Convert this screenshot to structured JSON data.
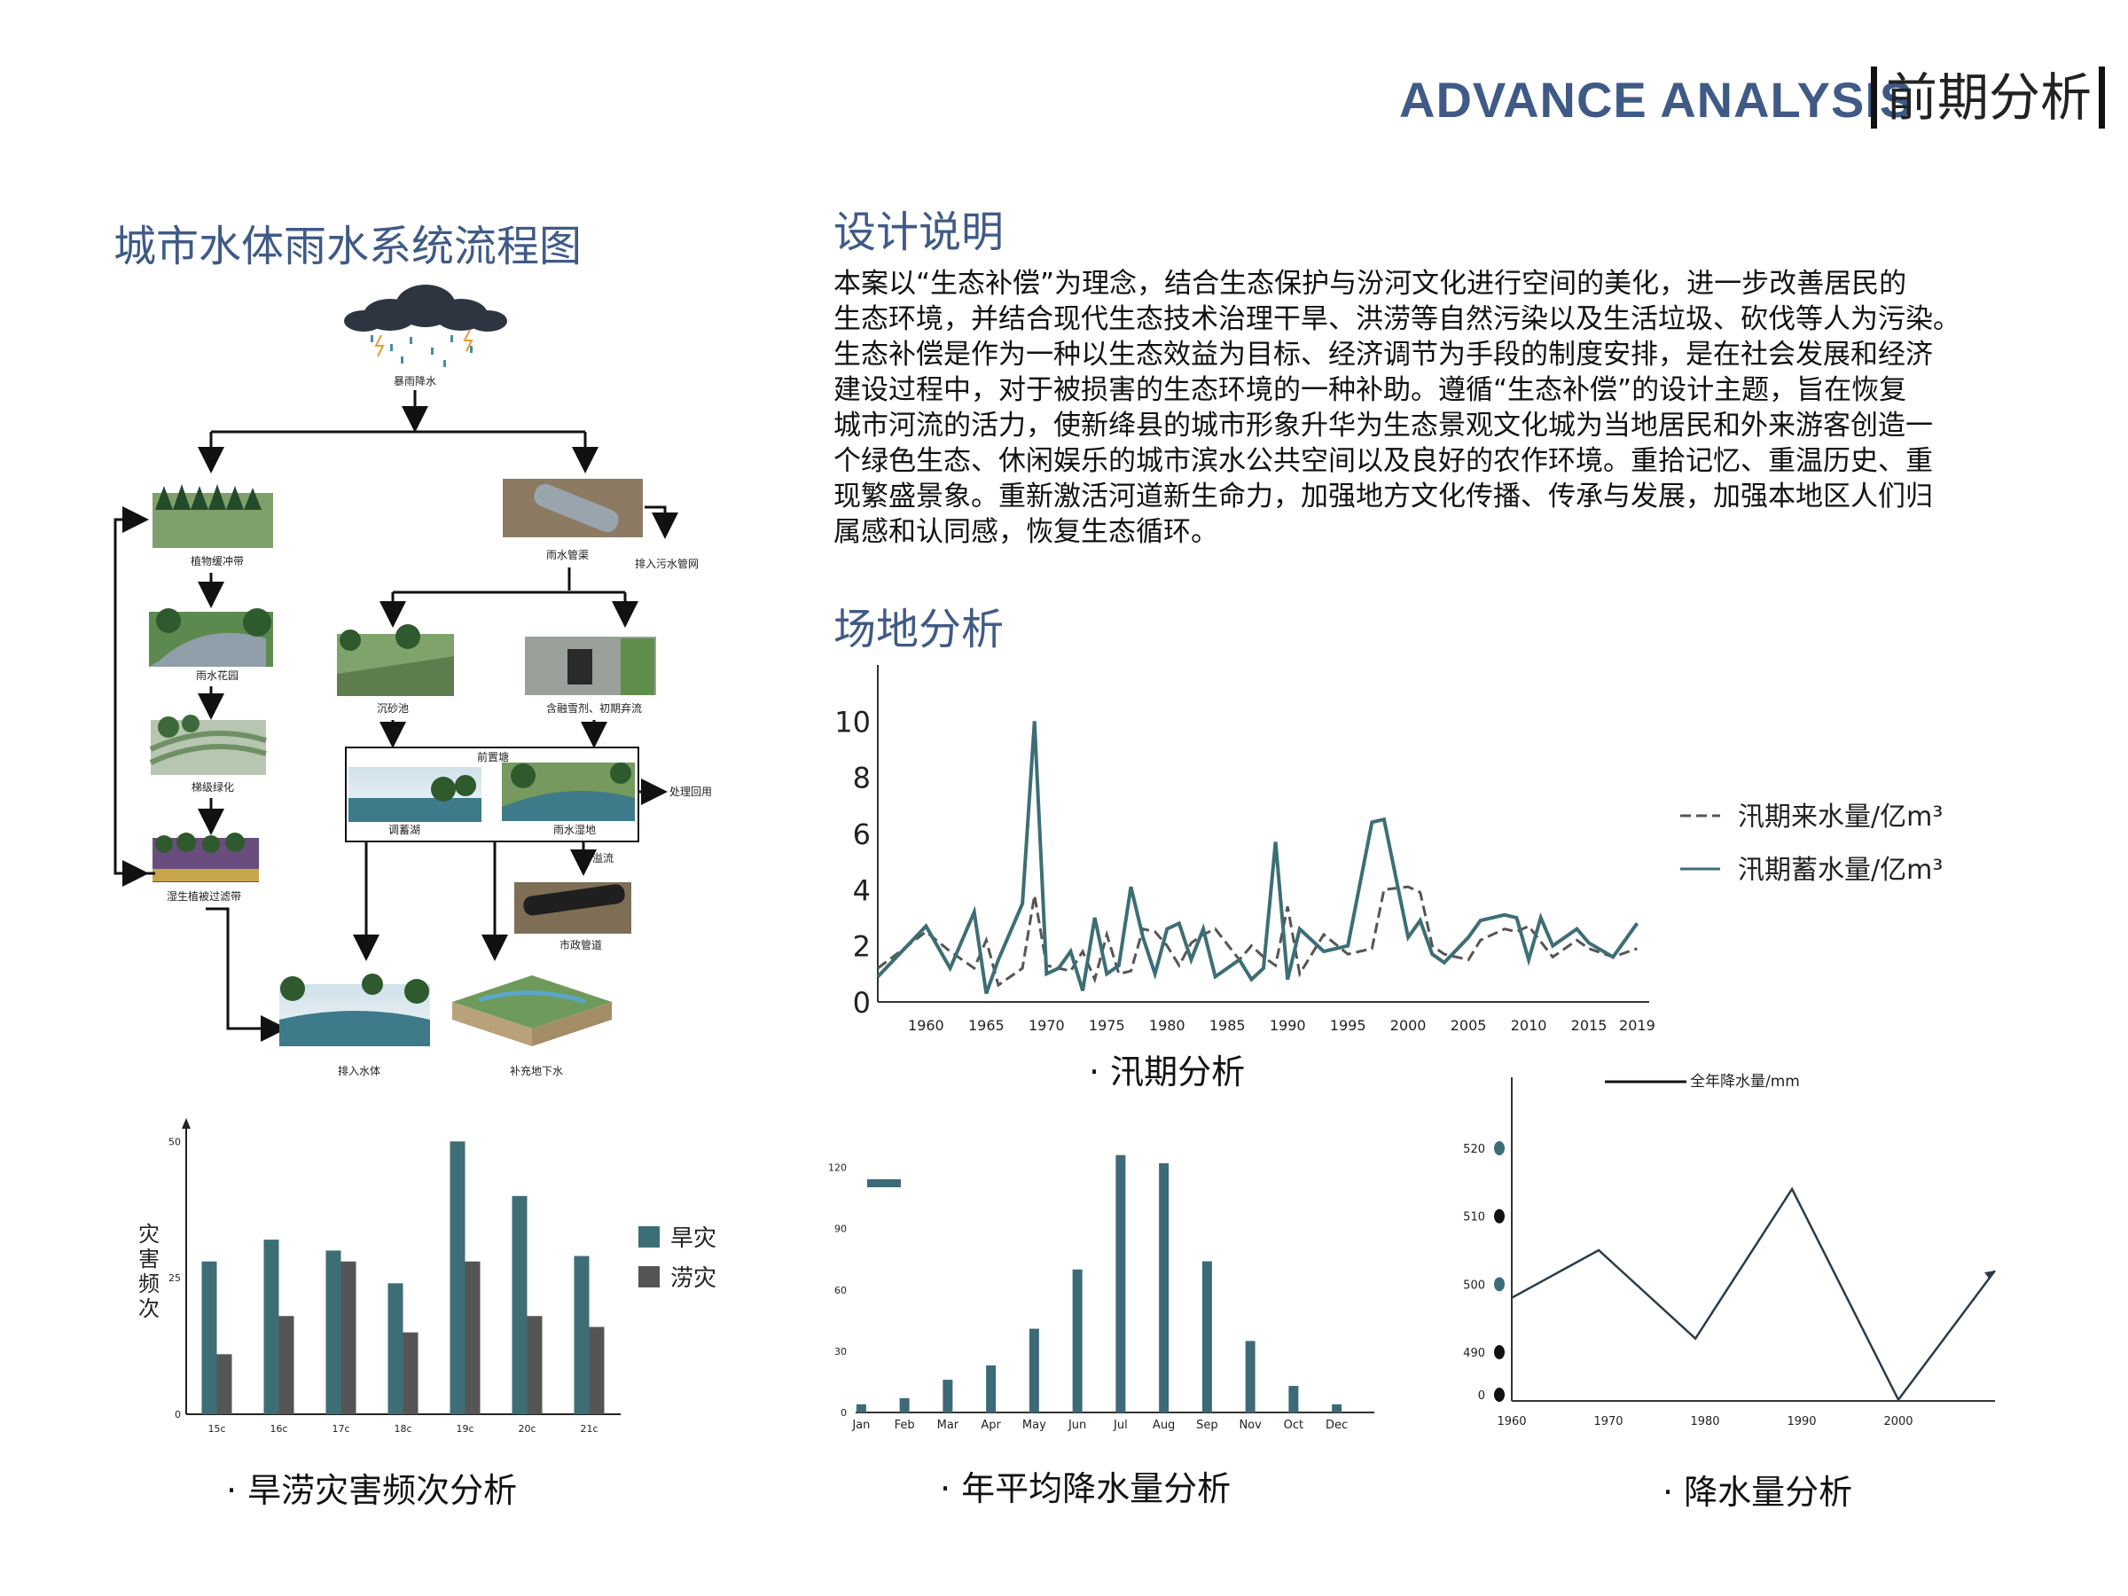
{
  "header": {
    "title_en": "ADVANCE ANALYSIS",
    "title_cn": "前期分析"
  },
  "flow": {
    "title": "城市水体雨水系统流程图",
    "nodes": {
      "rain": "暴雨降水",
      "buffer": "植物缓冲带",
      "garden": "雨水花园",
      "terrace": "梯级绿化",
      "wetland_filter": "湿生植被过滤带",
      "pipe": "雨水管渠",
      "sewer": "排入污水管网",
      "sand": "沉砂池",
      "pollutant": "含融雪剂、初期弃流",
      "pond_title": "前置塘",
      "storage": "调蓄湖",
      "wetland": "雨水湿地",
      "reuse": "处理回用",
      "overflow": "溢流",
      "municipal": "市政管道",
      "discharge": "排入水体",
      "groundwater": "补充地下水"
    }
  },
  "design": {
    "title": "设计说明",
    "lines": [
      "本案以“生态补偿”为理念，结合生态保护与汾河文化进行空间的美化，进一步改善居民的",
      "生态环境，并结合现代生态技术治理干旱、洪涝等自然污染以及生活垃圾、砍伐等人为污染。",
      "生态补偿是作为一种以生态效益为目标、经济调节为手段的制度安排，是在社会发展和经济",
      "建设过程中，对于被损害的生态环境的一种补助。遵循“生态补偿”的设计主题，旨在恢复",
      "城市河流的活力，使新绛县的城市形象升华为生态景观文化城为当地居民和外来游客创造一",
      "个绿色生态、休闲娱乐的城市滨水公共空间以及良好的农作环境。重拾记忆、重温历史、重",
      "现繁盛景象。重新激活河道新生命力，加强地方文化传播、传承与发展，加强本地区人们归",
      "属感和认同感，恢复生态循环。"
    ]
  },
  "site": {
    "title": "场地分析"
  },
  "captions": {
    "flood": "· 汛期分析",
    "disaster": "· 旱涝灾害频次分析",
    "monthly": "· 年平均降水量分析",
    "annual": "· 降水量分析"
  },
  "colors": {
    "teal": "#3d6e75",
    "gray": "#555555",
    "blue_title": "#3f5a86"
  },
  "chart_data": [
    {
      "id": "flood",
      "type": "line",
      "x_ticks": [
        1960,
        1965,
        1970,
        1975,
        1980,
        1985,
        1990,
        1995,
        2000,
        2005,
        2010,
        2015,
        2019
      ],
      "y_ticks": [
        0,
        2,
        4,
        6,
        8,
        10
      ],
      "ylim": [
        0,
        12
      ],
      "xlim": [
        1956,
        2020
      ],
      "legend_position": "right",
      "series": [
        {
          "name": "汛期来水量/亿m³",
          "style": "dashed",
          "x": [
            1956,
            1960,
            1962,
            1964,
            1965,
            1966,
            1968,
            1969,
            1970,
            1972,
            1973,
            1974,
            1975,
            1976,
            1977,
            1978,
            1979,
            1980,
            1981,
            1982,
            1983,
            1984,
            1986,
            1987,
            1988,
            1989,
            1990,
            1991,
            1993,
            1995,
            1997,
            1998,
            2000,
            2001,
            2002,
            2003,
            2005,
            2006,
            2008,
            2009,
            2010,
            2012,
            2014,
            2015,
            2017,
            2019
          ],
          "y": [
            1.2,
            2.5,
            1.8,
            1.2,
            2.2,
            0.6,
            1.2,
            3.8,
            1.3,
            1.1,
            1.8,
            0.8,
            2.4,
            1.0,
            1.1,
            2.6,
            2.5,
            2.0,
            1.3,
            2.1,
            2.4,
            2.6,
            1.5,
            2.0,
            1.6,
            1.3,
            3.4,
            1.0,
            2.4,
            1.7,
            1.9,
            4.0,
            4.1,
            3.9,
            2.0,
            1.7,
            1.5,
            2.2,
            2.6,
            2.5,
            2.7,
            1.6,
            2.2,
            1.9,
            1.6,
            1.9
          ]
        },
        {
          "name": "汛期蓄水量/亿m³",
          "style": "solid",
          "x": [
            1956,
            1960,
            1962,
            1964,
            1965,
            1966,
            1968,
            1969,
            1970,
            1971,
            1972,
            1973,
            1974,
            1975,
            1976,
            1977,
            1978,
            1979,
            1980,
            1981,
            1982,
            1983,
            1984,
            1986,
            1987,
            1988,
            1989,
            1990,
            1991,
            1993,
            1995,
            1997,
            1998,
            2000,
            2001,
            2002,
            2003,
            2005,
            2006,
            2008,
            2009,
            2010,
            2011,
            2012,
            2014,
            2015,
            2017,
            2019
          ],
          "y": [
            0.9,
            2.7,
            1.2,
            3.2,
            0.3,
            1.5,
            3.5,
            10.0,
            1.0,
            1.2,
            1.8,
            0.4,
            3.0,
            1.0,
            1.3,
            4.1,
            2.3,
            1.0,
            2.6,
            2.8,
            1.5,
            2.6,
            0.9,
            1.5,
            0.8,
            1.2,
            5.7,
            0.8,
            2.6,
            1.8,
            2.0,
            6.4,
            6.5,
            2.3,
            2.9,
            1.7,
            1.4,
            2.3,
            2.9,
            3.1,
            3.0,
            1.5,
            3.0,
            2.0,
            2.6,
            2.1,
            1.6,
            2.8
          ]
        }
      ]
    },
    {
      "id": "disaster",
      "type": "bar",
      "ylabel": "灾害频次",
      "categories": [
        "15c",
        "16c",
        "17c",
        "18c",
        "19c",
        "20c",
        "21c"
      ],
      "y_ticks": [
        0,
        25,
        50
      ],
      "ylim": [
        0,
        52
      ],
      "legend_position": "right",
      "series": [
        {
          "name": "旱灾",
          "values": [
            28,
            32,
            30,
            24,
            50,
            40,
            29
          ]
        },
        {
          "name": "涝灾",
          "values": [
            11,
            18,
            28,
            15,
            28,
            18,
            16
          ]
        }
      ]
    },
    {
      "id": "monthly",
      "type": "bar",
      "categories": [
        "Jan",
        "Feb",
        "Mar",
        "Apr",
        "May",
        "Jun",
        "Jul",
        "Aug",
        "Sep",
        "Nov",
        "Oct",
        "Dec"
      ],
      "y_ticks": [
        0,
        30,
        60,
        90,
        120
      ],
      "ylim": [
        0,
        125
      ],
      "values": [
        4,
        7,
        16,
        23,
        41,
        70,
        126,
        122,
        74,
        35,
        13,
        4
      ]
    },
    {
      "id": "annual",
      "type": "line",
      "x_ticks": [
        1960,
        1970,
        1980,
        1990,
        2000
      ],
      "y_ticks": [
        0,
        490,
        500,
        510,
        520
      ],
      "legend_position": "top",
      "series": [
        {
          "name": "全年降水量/mm",
          "x": [
            1960,
            1969,
            1979,
            1989,
            2000,
            2010
          ],
          "y": [
            498,
            505,
            492,
            514,
            483,
            502
          ]
        }
      ]
    }
  ]
}
